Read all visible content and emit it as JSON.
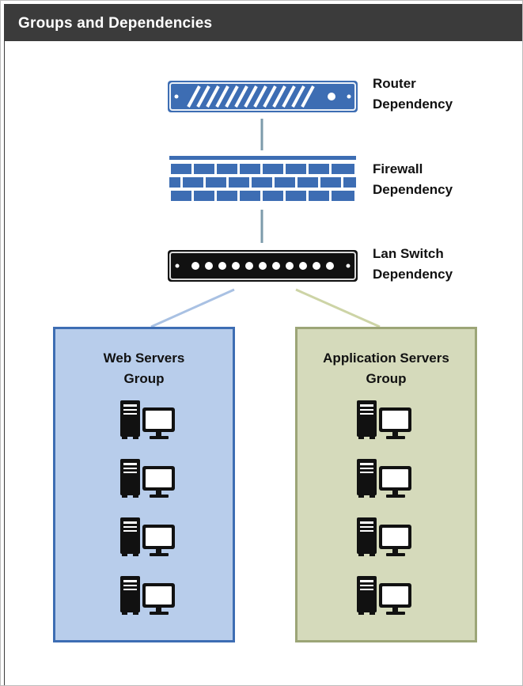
{
  "header": {
    "title": "Groups and Dependencies"
  },
  "dependencies": [
    {
      "label": "Router\nDependency",
      "icon": "router-icon"
    },
    {
      "label": "Firewall\nDependency",
      "icon": "firewall-icon"
    },
    {
      "label": "Lan Switch\nDependency",
      "icon": "lan-switch-icon"
    }
  ],
  "groups": [
    {
      "title": "Web Servers\nGroup",
      "icon": "server-computer-icon",
      "members": 4
    },
    {
      "title": "Application Servers\nGroup",
      "icon": "server-computer-icon",
      "members": 4
    }
  ],
  "colors": {
    "header_bg": "#3b3b3b",
    "device_blue": "#3d6db3",
    "switch_black": "#111111",
    "web_group_fill": "#b8cdeb",
    "web_group_border": "#3d6db3",
    "app_group_fill": "#d5dabb",
    "app_group_border": "#9ca577"
  }
}
